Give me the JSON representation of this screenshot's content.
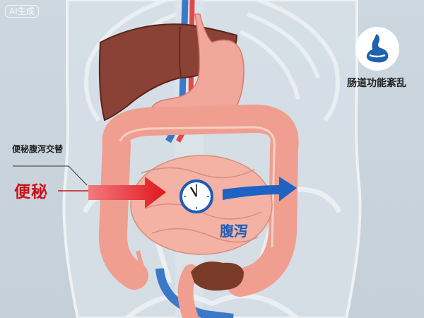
{
  "badge": {
    "label": "AI生成"
  },
  "legend": {
    "icon": "intestine-icon",
    "title": "肠道功能紊乱",
    "icon_color": "#1e62b0"
  },
  "labels": {
    "alternating": "便秘腹泻交替",
    "constipation": "便秘",
    "diarrhea": "腹泻"
  },
  "clock": {
    "icon": "clock-icon",
    "time_shown": "11:00"
  },
  "arrows": {
    "constipation_arrow": {
      "icon": "right-arrow-icon",
      "color": "#e0161c"
    },
    "diarrhea_arrow": {
      "icon": "right-arrow-icon",
      "color": "#1e62c4"
    }
  },
  "colors": {
    "background": "#c9d3dc",
    "liver": "#8a4236",
    "stomach": "#f2a79b",
    "intestine": "#ef9e8f",
    "stool": "#7a3a28",
    "artery": "#e24a4a",
    "vein": "#3b78c8",
    "constipation_text": "#c8141a",
    "diarrhea_text": "#1c5eb8"
  }
}
